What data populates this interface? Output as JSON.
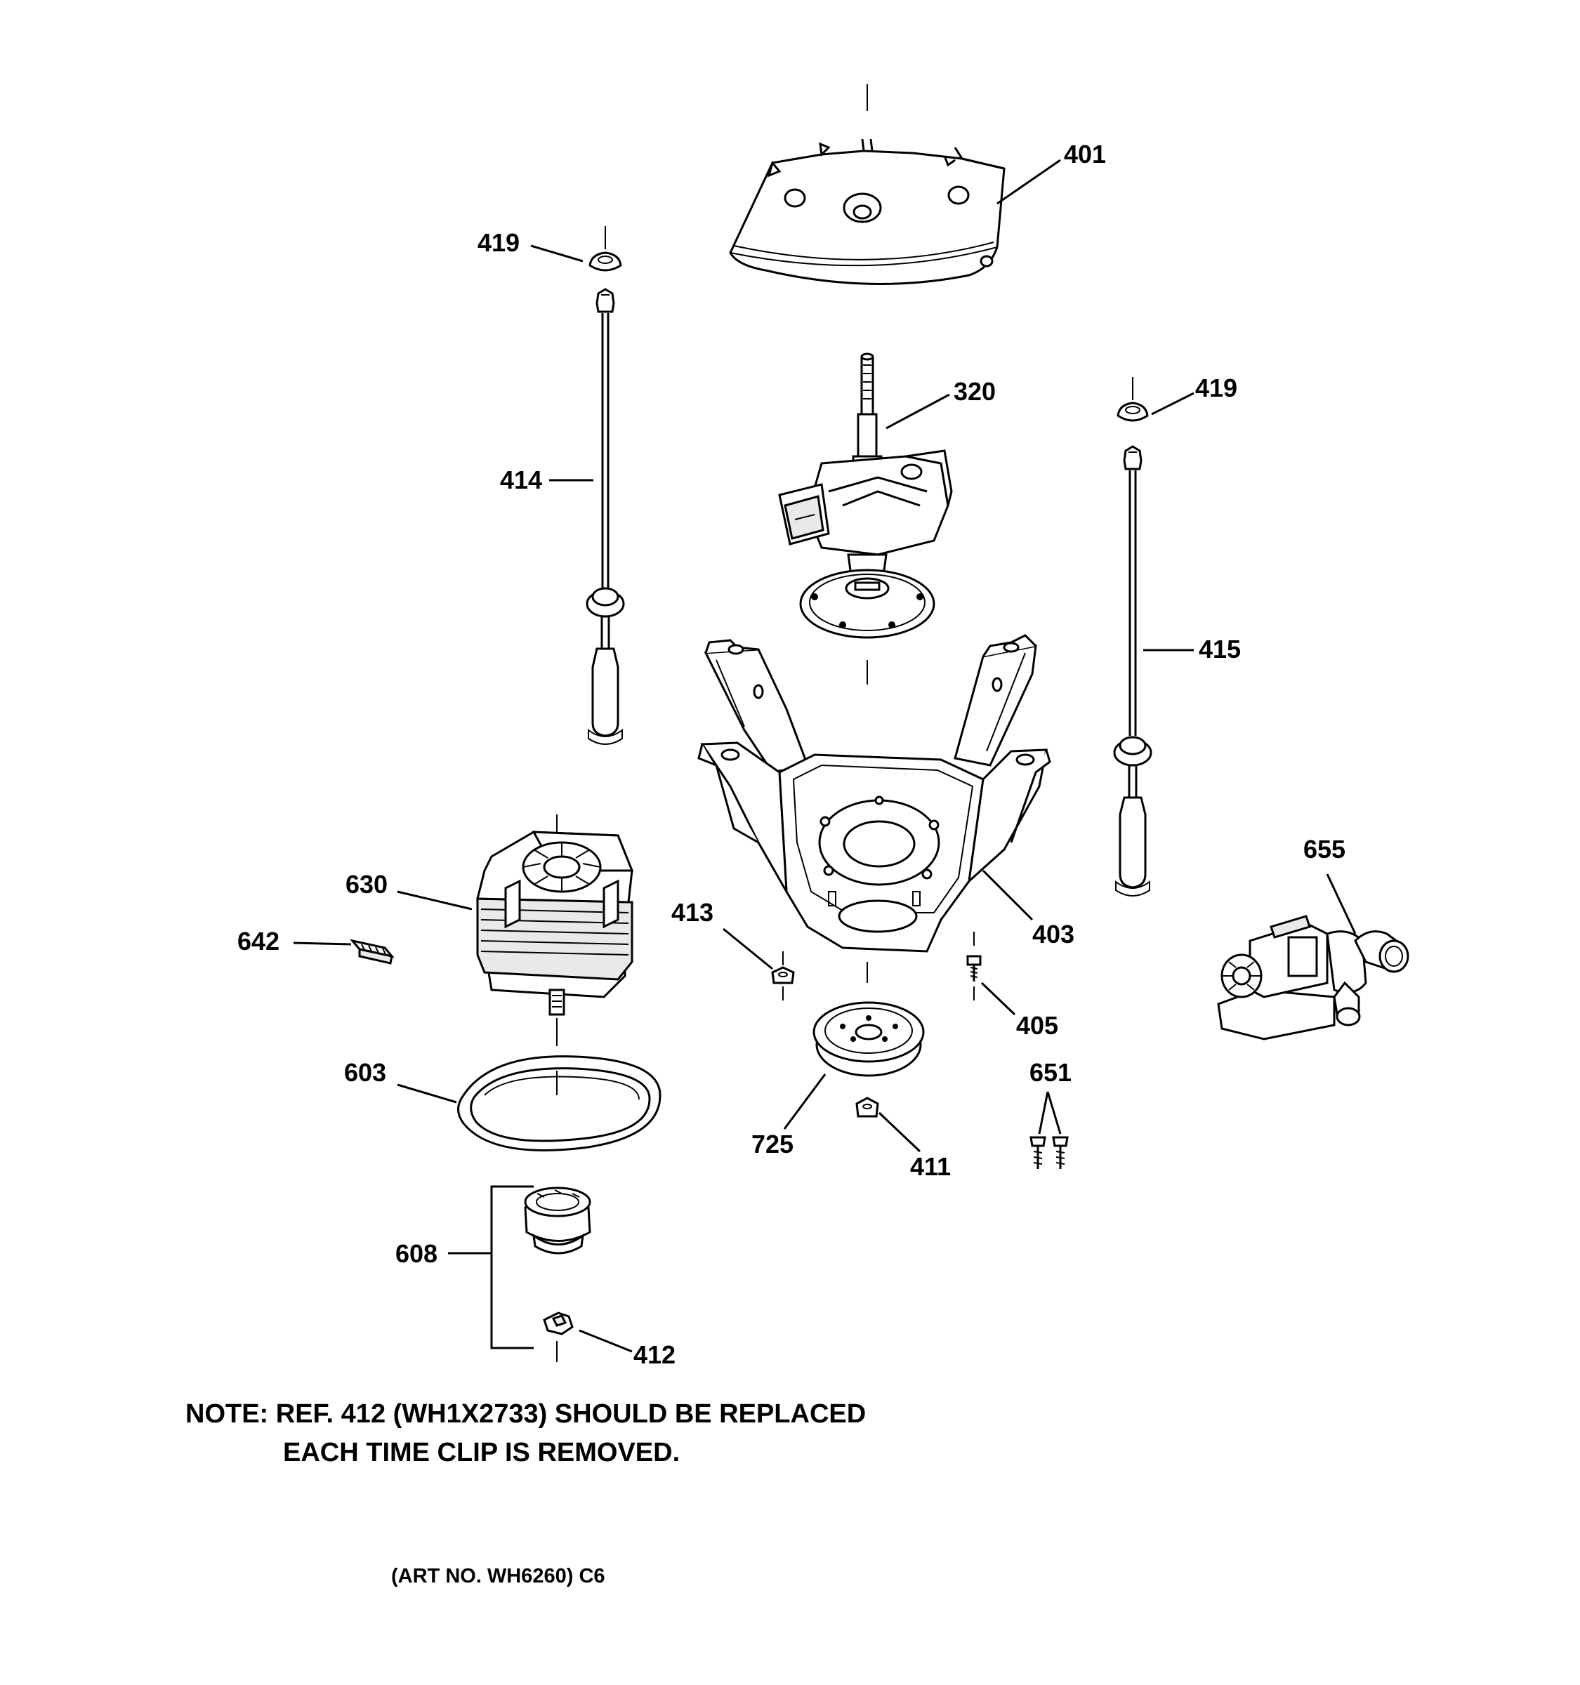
{
  "parts": {
    "p401": "401",
    "p419a": "419",
    "p419b": "419",
    "p320": "320",
    "p414": "414",
    "p415": "415",
    "p630": "630",
    "p642": "642",
    "p413": "413",
    "p403": "403",
    "p405": "405",
    "p655": "655",
    "p603": "603",
    "p725": "725",
    "p411": "411",
    "p651": "651",
    "p608": "608",
    "p412": "412"
  },
  "note": {
    "line1": "NOTE: REF. 412 (WH1X2733) SHOULD BE REPLACED",
    "line2": "EACH TIME CLIP IS REMOVED."
  },
  "art_number": "(ART NO. WH6260) C6"
}
